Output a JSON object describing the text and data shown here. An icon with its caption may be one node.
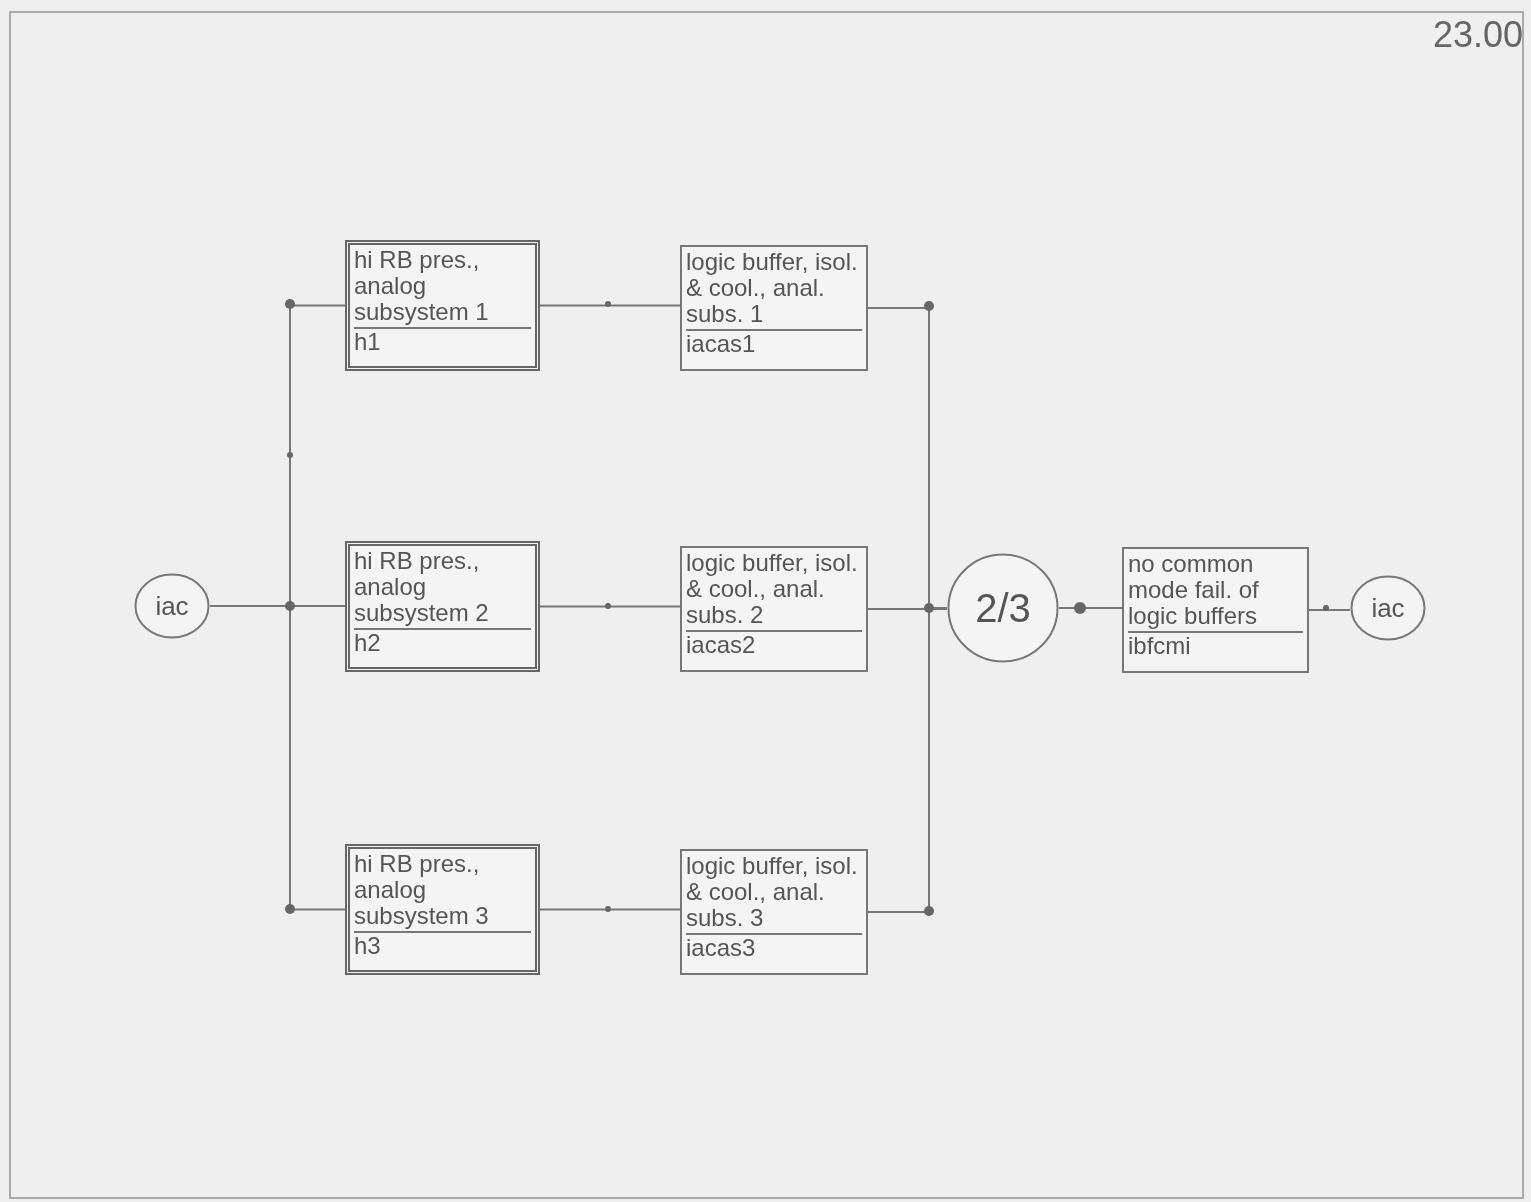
{
  "diagram": {
    "nodes": [
      {
        "text": [
          "iac"
        ]
      },
      {
        "text": [
          "hi RB pres., analog subsystem 1",
          "h1"
        ]
      },
      {
        "text": [
          "logic buffer, isol. & cool., anal. subs. 1",
          "iacas1"
        ]
      },
      {
        "text": [
          "hi RB pres., analog subsystem 2",
          "h2"
        ]
      },
      {
        "text": [
          "logic buffer, isol. & cool., anal. subs. 2",
          "iacas2"
        ]
      },
      {
        "text": [
          "hi RB pres., analog subsystem 3",
          "h3"
        ]
      },
      {
        "text": [
          "logic buffer, isol. & cool., anal. subs. 3",
          "iacas3"
        ]
      },
      {
        "text": [
          "2/3"
        ]
      },
      {
        "text": [
          "no common mode fail. of logic buffers",
          "ibfcmi"
        ]
      },
      {
        "text": [
          "iac"
        ]
      }
    ],
    "edges": [
      {
        "from": 0,
        "to": 1,
        "arrow": "none"
      },
      {
        "from": 0,
        "to": 3,
        "arrow": "none"
      },
      {
        "from": 0,
        "to": 5,
        "arrow": "none"
      },
      {
        "from": 1,
        "to": 2,
        "arrow": "none"
      },
      {
        "from": 3,
        "to": 4,
        "arrow": "none"
      },
      {
        "from": 5,
        "to": 6,
        "arrow": "none"
      },
      {
        "from": 2,
        "to": 7,
        "arrow": "none"
      },
      {
        "from": 4,
        "to": 7,
        "arrow": "none"
      },
      {
        "from": 6,
        "to": 7,
        "arrow": "none"
      },
      {
        "from": 7,
        "to": 8,
        "arrow": "none"
      },
      {
        "from": 8,
        "to": 9,
        "arrow": "none"
      }
    ],
    "labels": [
      "23.00"
    ]
  }
}
